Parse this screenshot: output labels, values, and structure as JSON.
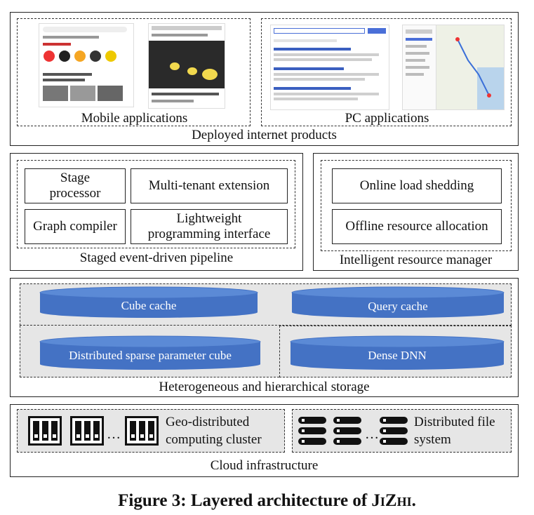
{
  "products": {
    "title": "Deployed internet products",
    "mobile_label": "Mobile applications",
    "pc_label": "PC applications"
  },
  "pipeline": {
    "title": "Staged event-driven pipeline",
    "boxes": {
      "stage_processor": "Stage processor",
      "multi_tenant": "Multi-tenant extension",
      "graph_compiler": "Graph compiler",
      "lightweight": "Lightweight programming interface"
    }
  },
  "resource": {
    "title": "Intelligent resource manager",
    "online": "Online load shedding",
    "offline": "Offline resource allocation"
  },
  "storage": {
    "title": "Heterogeneous and hierarchical storage",
    "cube_cache": "Cube cache",
    "query_cache": "Query cache",
    "sparse_cube": "Distributed sparse parameter cube",
    "dense_dnn": "Dense DNN"
  },
  "cloud": {
    "title": "Cloud infrastructure",
    "computing_cluster": "Geo-distributed computing cluster",
    "file_system": "Distributed file system",
    "ellipsis": "…"
  },
  "caption": {
    "prefix": "Figure 3: Layered architecture of ",
    "name": "JiZhi",
    "suffix": "."
  },
  "colors": {
    "cylinder_body": "#4472c4",
    "cylinder_top": "#5b8ad6",
    "gray_panel": "#e6e6e6"
  }
}
